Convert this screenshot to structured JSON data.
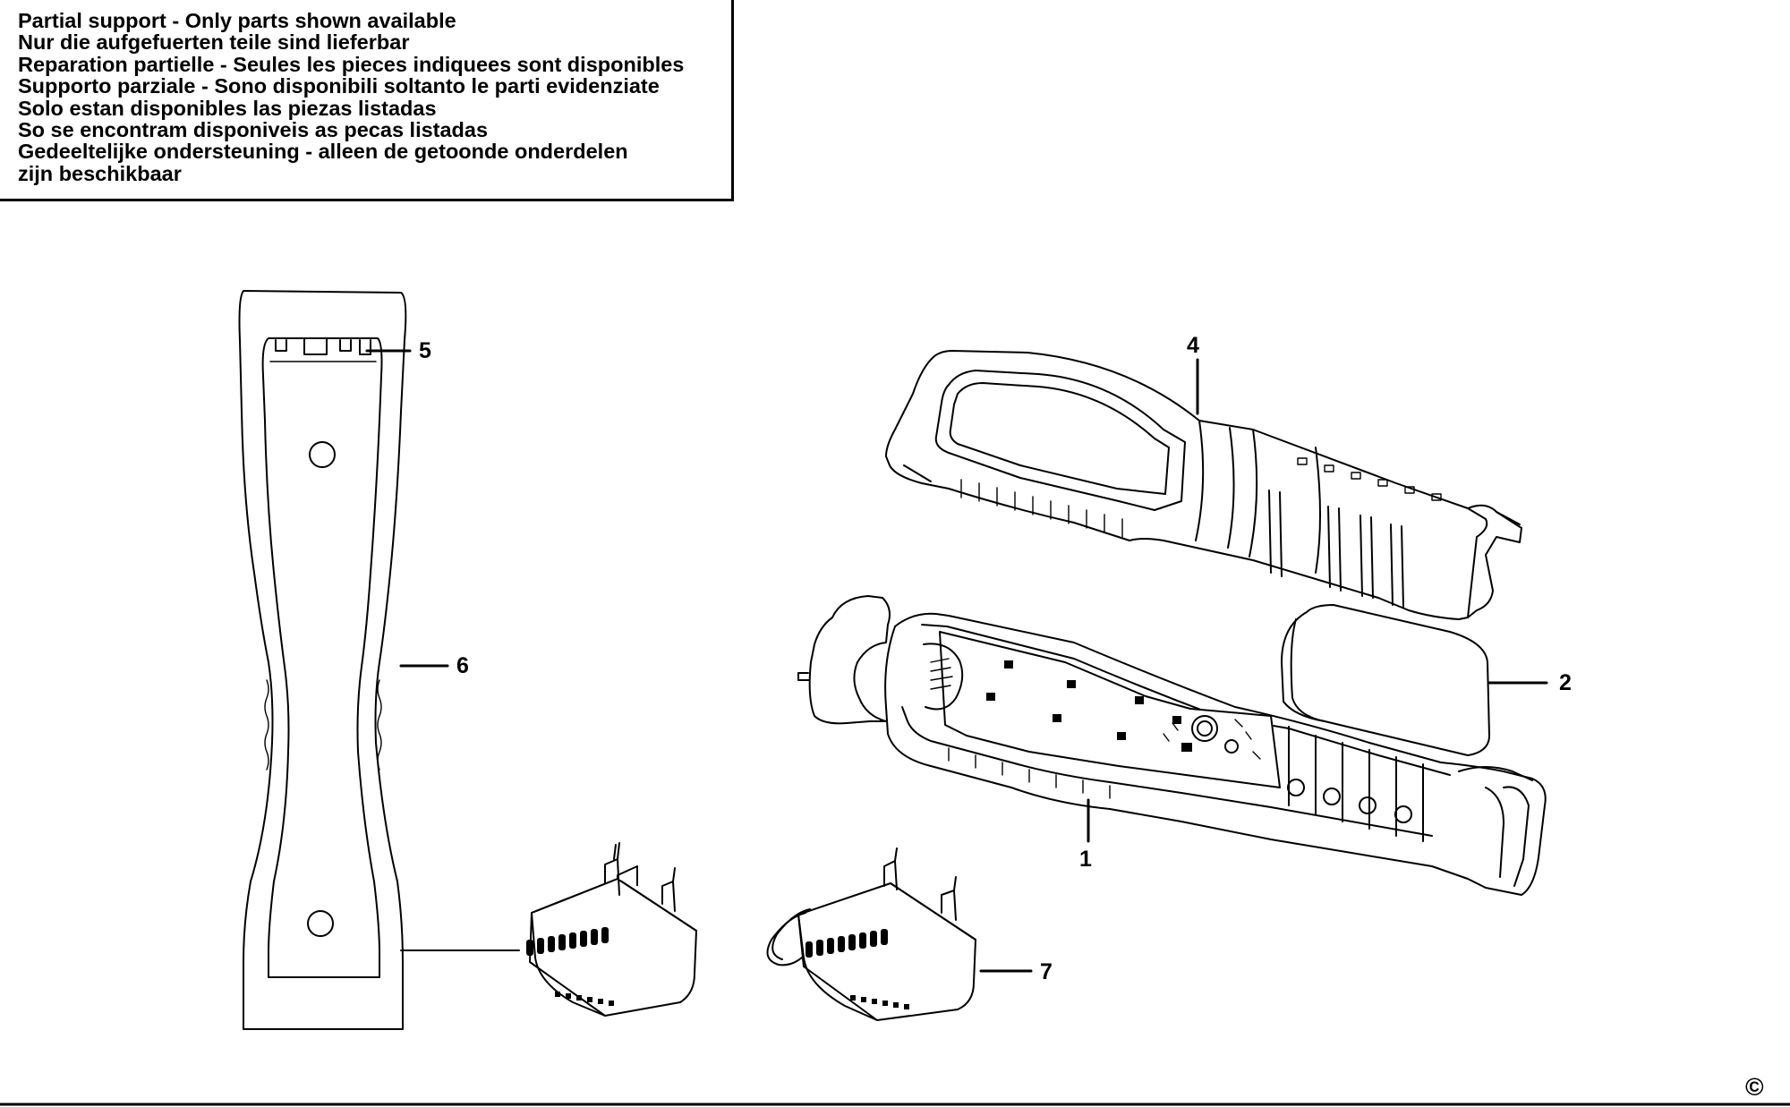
{
  "notice": {
    "lines": [
      "Partial support - Only parts shown available",
      "Nur die aufgefuerten teile sind lieferbar",
      "Reparation partielle - Seules les pieces indiquees sont disponibles",
      "Supporto parziale - Sono disponibili soltanto le parti evidenziate",
      "Solo estan disponibles las piezas listadas",
      "So se encontram disponiveis as pecas listadas",
      "Gedeeltelijke ondersteuning - alleen de getoonde onderdelen",
      "zijn beschikbaar"
    ]
  },
  "callouts": {
    "part1": "1",
    "part2": "2",
    "part4": "4",
    "part5": "5",
    "part6": "6",
    "part7": "7"
  },
  "copyright_symbol": "©"
}
